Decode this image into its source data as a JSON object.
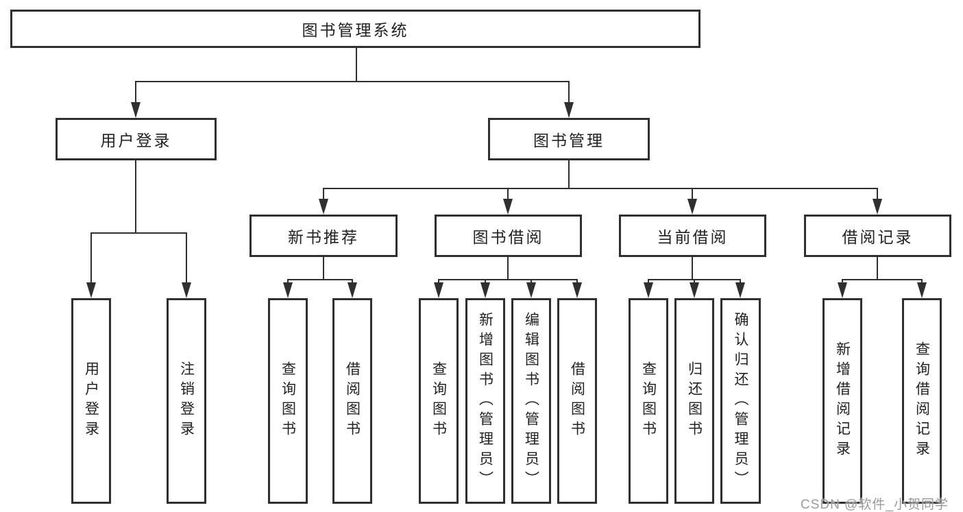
{
  "diagram_type": "hierarchy-tree",
  "nodes": {
    "root": "图书管理系统",
    "user_login": "用户登录",
    "book_mgmt": "图书管理",
    "new_book_rec": "新书推荐",
    "book_borrow": "图书借阅",
    "current_borrow": "当前借阅",
    "borrow_record": "借阅记录",
    "leaves": {
      "user_login": "用户登录",
      "logout": "注销登录",
      "rec_query_book": "查询图书",
      "rec_borrow_book": "借阅图书",
      "bb_query_book": "查询图书",
      "bb_add_book": "新增图书（管理员）",
      "bb_edit_book": "编辑图书（管理员）",
      "bb_borrow_book": "借阅图书",
      "cb_query_book": "查询图书",
      "cb_return_book": "归还图书",
      "cb_confirm_return": "确认归还（管理员）",
      "br_add_record": "新增借阅记录",
      "br_query_record": "查询借阅记录"
    }
  },
  "watermark": "CSDN @软件_小贺同学",
  "colors": {
    "line": "#2f2f2f",
    "box_border": "#2f2f2f",
    "text": "#222222",
    "watermark": "#9a9a9a",
    "background": "#ffffff"
  }
}
